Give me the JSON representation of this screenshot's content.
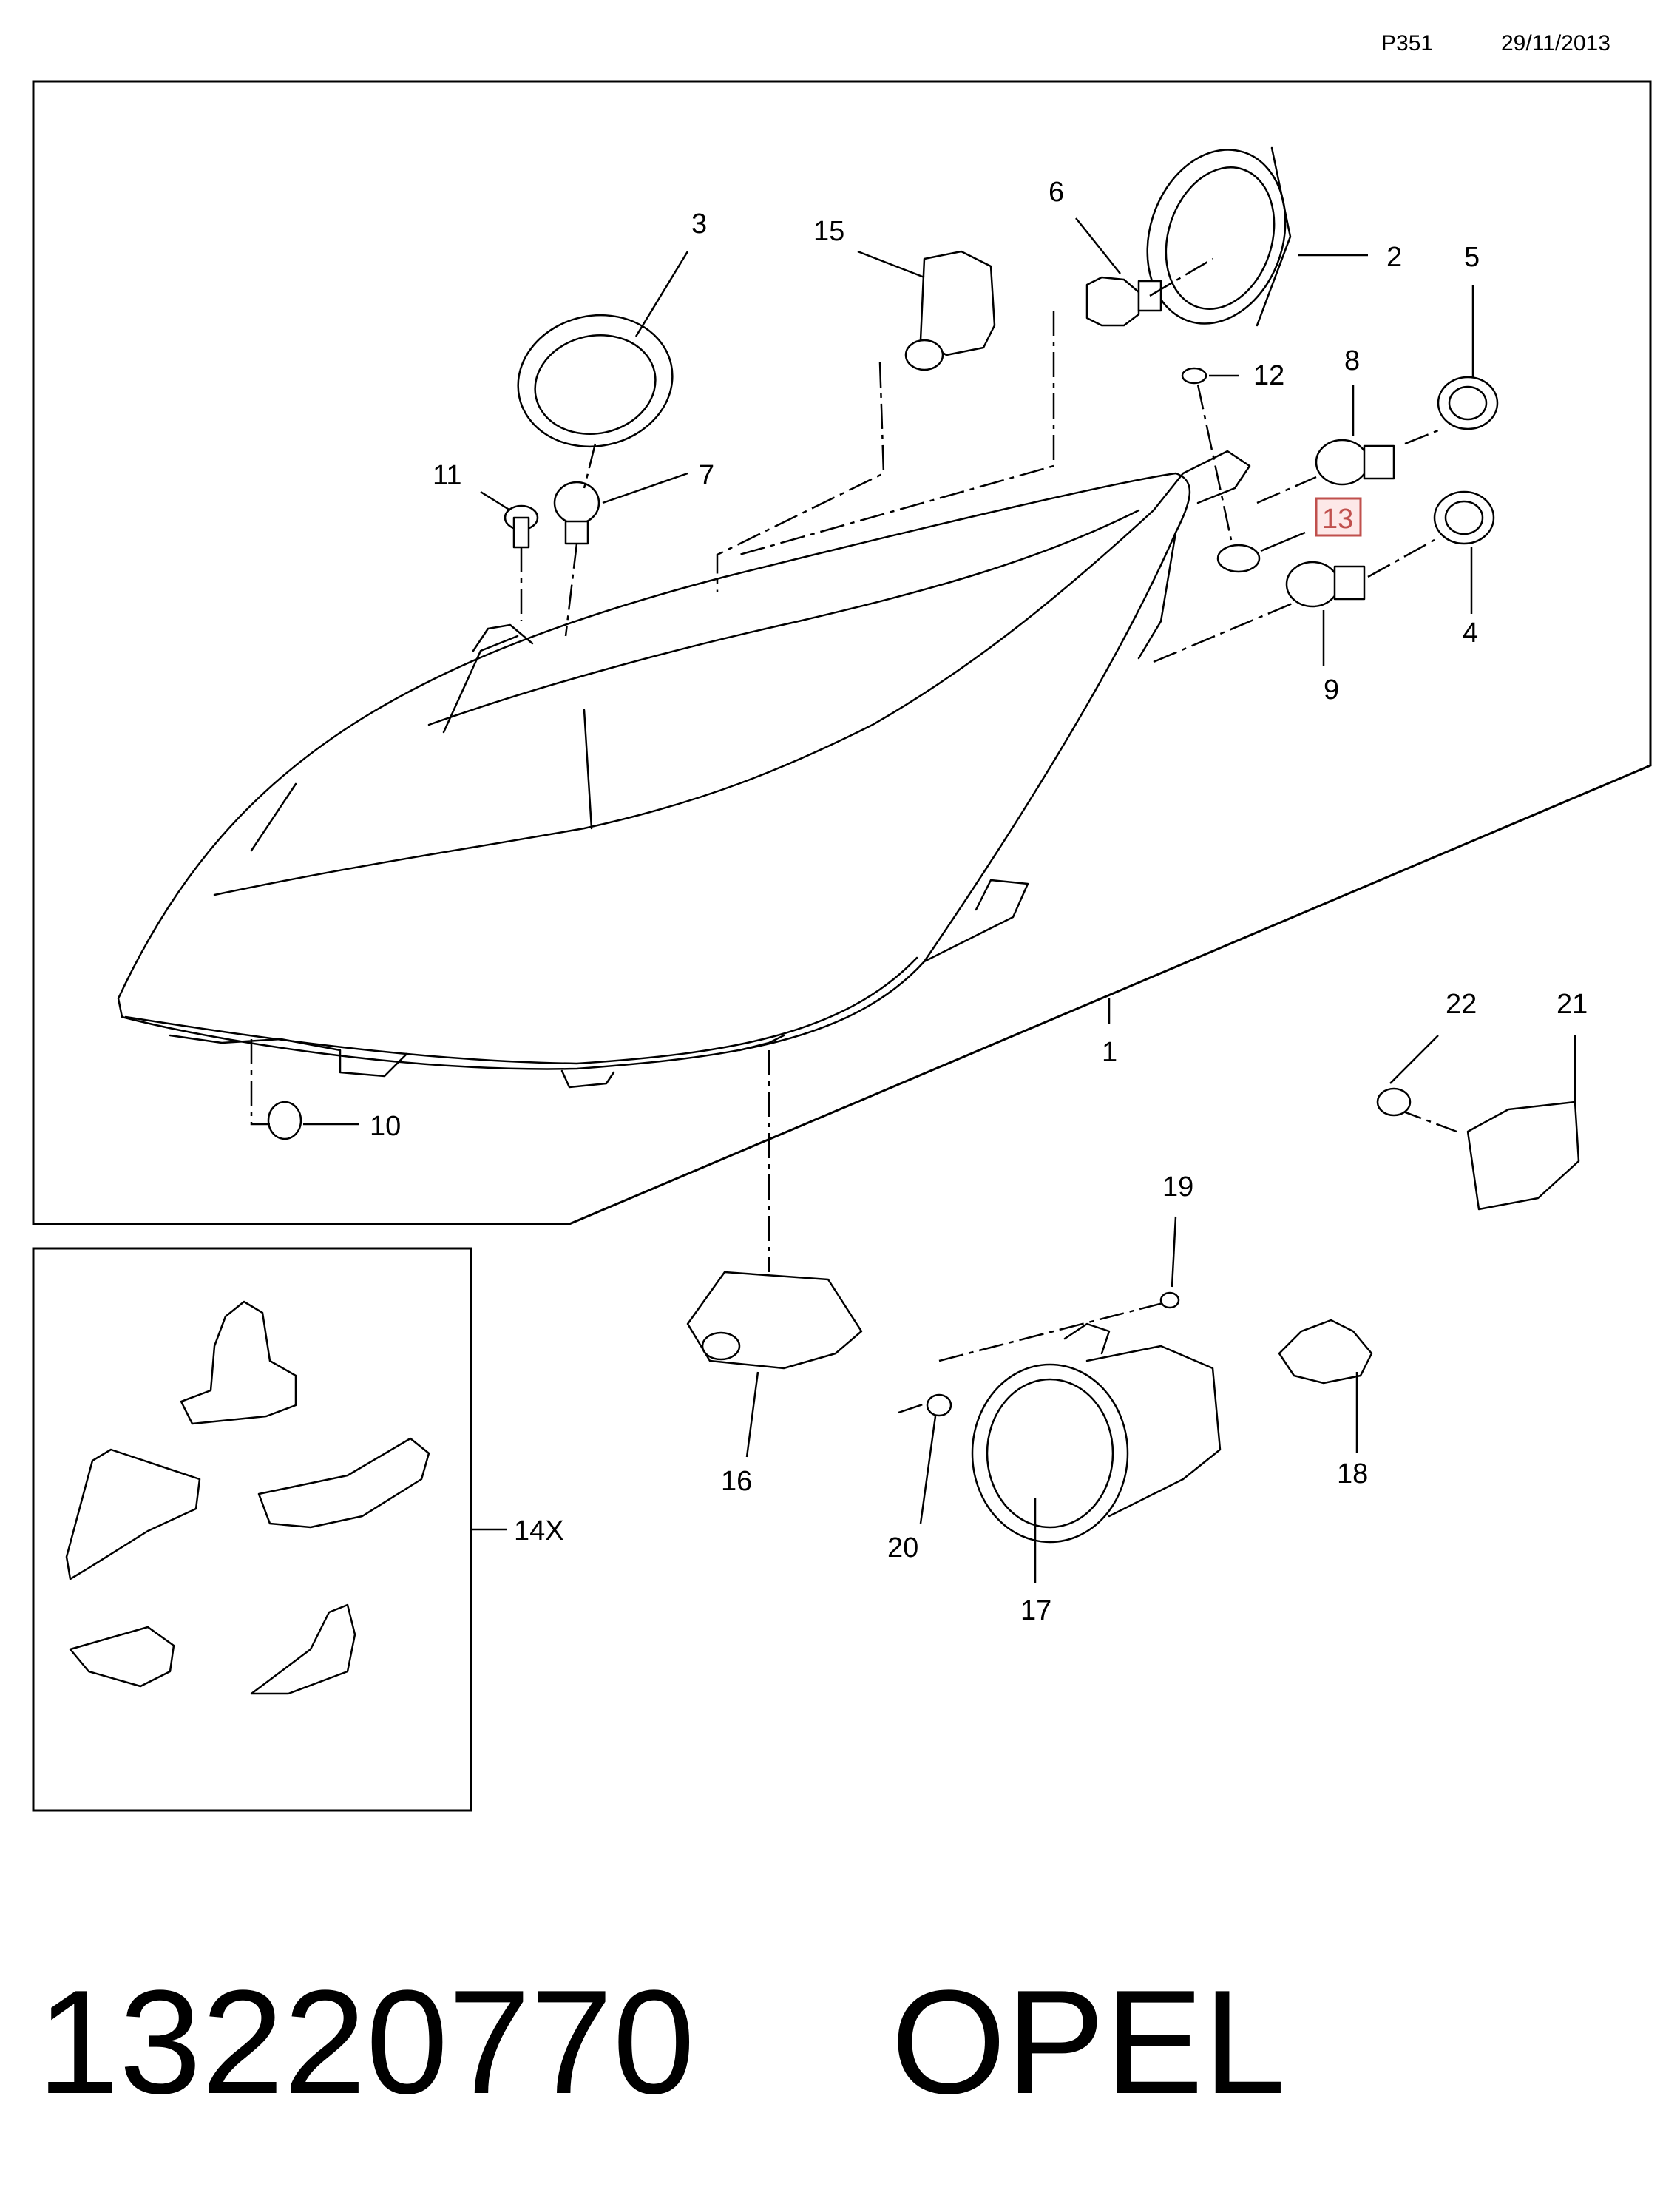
{
  "header": {
    "page_code": "P351",
    "date": "29/11/2013"
  },
  "callouts": {
    "c1": "1",
    "c2": "2",
    "c3": "3",
    "c4": "4",
    "c5": "5",
    "c6": "6",
    "c7": "7",
    "c8": "8",
    "c9": "9",
    "c10": "10",
    "c11": "11",
    "c12": "12",
    "c13": "13",
    "c14": "14X",
    "c15": "15",
    "c16": "16",
    "c17": "17",
    "c18": "18",
    "c19": "19",
    "c20": "20",
    "c21": "21",
    "c22": "22"
  },
  "highlight_color": "#c0504d",
  "footer": {
    "part_number": "13220770",
    "brand": "OPEL"
  }
}
